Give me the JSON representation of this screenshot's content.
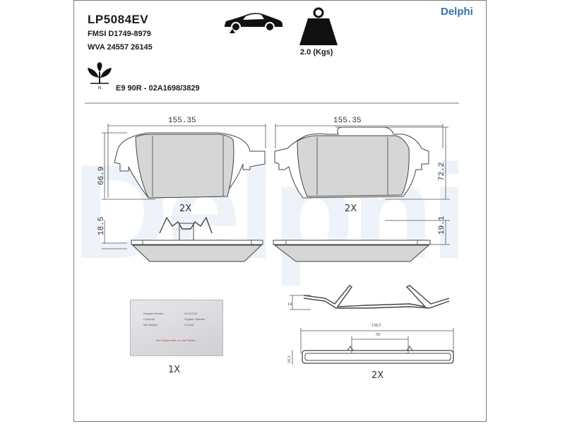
{
  "header": {
    "part_number": "LP5084EV",
    "fmsi": "FMSI D1749-8979",
    "wva": "WVA 24557 26145",
    "approval": "E9 90R - 02A1698/3829",
    "weight": "2.0 (Kgs)",
    "brand": "Delphi"
  },
  "watermark": "Delphi",
  "dimensions": {
    "pad_left_width": "155.35",
    "pad_right_width": "155.35",
    "pad_left_height": "66.9",
    "pad_right_height": "72.2",
    "pad_left_thickness": "18.5",
    "pad_right_thickness": "19.1",
    "spring_height": "14",
    "clip_length": "158.5",
    "clip_inner": "59",
    "clip_height": "16.3"
  },
  "quantities": {
    "pads_left": "2X",
    "pads_right": "2X",
    "sachet": "1X",
    "clips": "2X"
  },
  "sachet": {
    "row1_label": "Organic Grease",
    "row1_value": "XXXXXXX",
    "row2_label": "Contents",
    "row2_value": "Organic Silicone",
    "row3_label": "Net Weight",
    "row3_value": "4 Grms",
    "footer": "See Delphi note on rear Packet"
  },
  "icons": {
    "car": "car-position-icon",
    "weight": "weight-icon",
    "eco": "eco-leaf-icon"
  },
  "colors": {
    "brand_blue": "#2f73c0",
    "pad_fill": "#d6d6d6",
    "line": "#555555"
  }
}
